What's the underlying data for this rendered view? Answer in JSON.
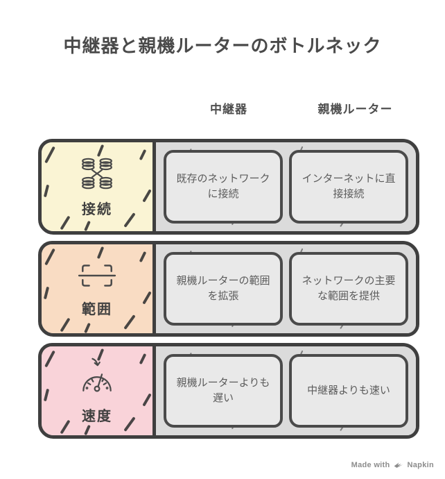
{
  "title": "中継器と親機ルーターのボトルネック",
  "column_headers": {
    "repeater": "中継器",
    "router": "親機ルーター"
  },
  "rows": [
    {
      "id": "connection",
      "label": "接続",
      "icon": "network-nodes-icon",
      "fill": "#FAF4D4",
      "cells": {
        "repeater": "既存のネットワークに接続",
        "router": "インターネットに直接接続"
      }
    },
    {
      "id": "range",
      "label": "範囲",
      "icon": "scan-area-icon",
      "fill": "#F9DCC3",
      "cells": {
        "repeater": "親機ルーターの範囲を拡張",
        "router": "ネットワークの主要な範囲を提供"
      }
    },
    {
      "id": "speed",
      "label": "速度",
      "icon": "speedometer-icon",
      "fill": "#F9D3D9",
      "cells": {
        "repeater": "親機ルーターよりも遅い",
        "router": "中継器よりも速い"
      }
    }
  ],
  "footer": {
    "text": "Made with",
    "brand": "Napkin"
  },
  "colors": {
    "outer_border": "#3F3F3F",
    "cell_border": "#4A4A4A",
    "cell_fill": "#E9E9E9",
    "panel_fill": "#DBDBDB",
    "title_text": "#4A4A4A",
    "cell_text": "#5C5C5C",
    "footer_text": "#8C8C8C",
    "icon_stroke": "#4A4A4A"
  }
}
